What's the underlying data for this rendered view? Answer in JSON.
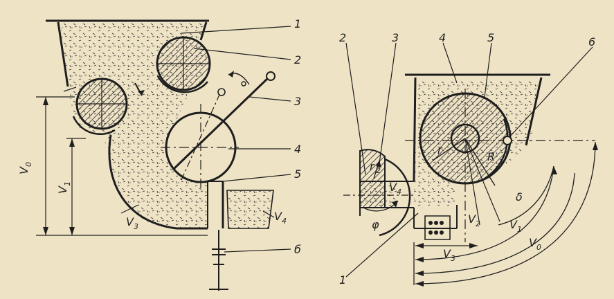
{
  "left_figure": {
    "callouts": [
      "1",
      "2",
      "3",
      "4",
      "5",
      "б"
    ],
    "volume_labels": [
      {
        "main": "V",
        "sub": "0"
      },
      {
        "main": "V",
        "sub": "1"
      },
      {
        "main": "V",
        "sub": "3"
      },
      {
        "main": "V",
        "sub": "4"
      }
    ]
  },
  "right_figure": {
    "callouts": [
      "2",
      "3",
      "4",
      "5",
      "6",
      "1"
    ],
    "symbols": [
      "r",
      "r",
      "R",
      "φ",
      "δ"
    ],
    "volume_labels": [
      {
        "main": "V",
        "sub": "4"
      },
      {
        "main": "V",
        "sub": "2"
      },
      {
        "main": "V",
        "sub": "1"
      },
      {
        "main": "V",
        "sub": "3"
      },
      {
        "main": "V",
        "sub": "0"
      }
    ],
    "radius_subscript": "2"
  },
  "colors": {
    "paper": "#efe3c6",
    "ink": "#1e1e1e",
    "hatch": "#2a2a2a"
  }
}
